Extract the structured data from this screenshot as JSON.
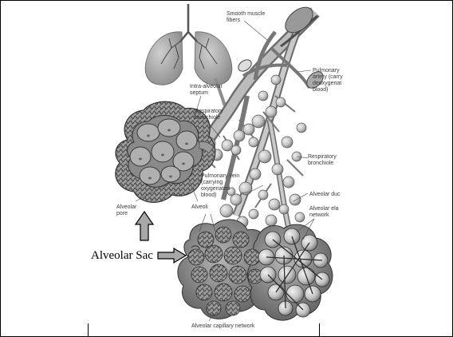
{
  "figure": {
    "labels": {
      "smooth_muscle_fibers": [
        "Smooth muscle",
        "fibers"
      ],
      "pulmonary_artery": [
        "Pulmonary",
        "artery (carry",
        "deoxygenat",
        "blood)"
      ],
      "intra_alveolar_septum": [
        "Intra-alveolar",
        "septum"
      ],
      "respiratory_bronchiole_top": [
        "Respiratory",
        "bronchiole"
      ],
      "respiratory_bronchiole_right": [
        "Respiratory",
        "bronchiole"
      ],
      "pulmonary_vein": [
        "Pulmonary vein",
        "(carrying",
        "oxygenated",
        "blood)"
      ],
      "alveolar_duct": [
        "Alveolar duc"
      ],
      "alveolar_elastic_network": [
        "Alveolar ela",
        "network"
      ],
      "alveolar_pore": [
        "Alveolar",
        "pore"
      ],
      "alveoli": [
        "Alveoli"
      ],
      "alveolar_capillary_network": [
        "Alveolar capillary network"
      ]
    },
    "callout": "Alveolar Sac",
    "colors": {
      "arrow_fill": "#a8a8a8",
      "arrow_stroke": "#000000"
    }
  }
}
